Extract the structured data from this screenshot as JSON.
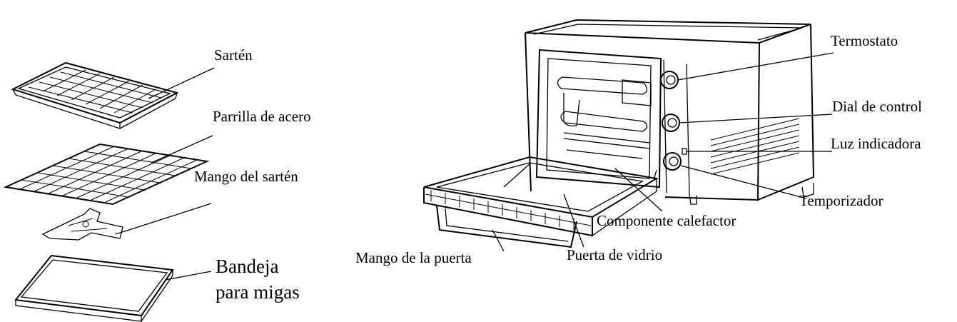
{
  "labels": {
    "sarten": "Sartén",
    "parrilla": "Parrilla de acero",
    "mango_sarten": "Mango del sartén",
    "bandeja_line1": "Bandeja",
    "bandeja_line2": "para migas",
    "termostato": "Termostato",
    "dial": "Dial de control",
    "luz": "Luz indicadora",
    "temporizador": "Temporizador",
    "componente": "Componente calefactor",
    "mango_puerta": "Mango de la puerta",
    "puerta_vidrio": "Puerta de vidrio"
  }
}
